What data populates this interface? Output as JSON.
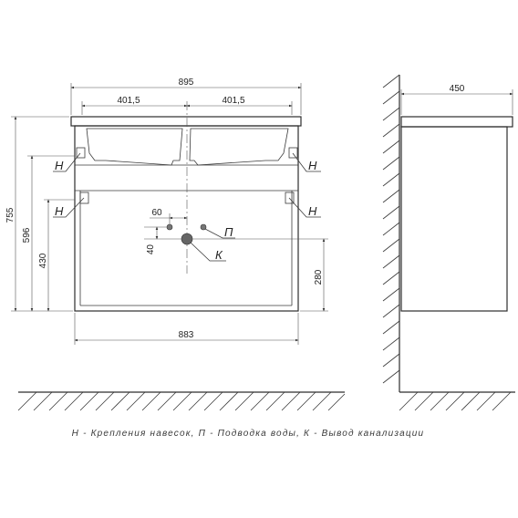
{
  "front_view": {
    "dims": {
      "overall_width": "895",
      "half_width_left": "401,5",
      "half_width_right": "401,5",
      "bottom_width": "883",
      "height_total": "755",
      "height_596": "596",
      "height_430": "430",
      "height_280": "280",
      "offset_60": "60",
      "offset_40": "40"
    },
    "marks": {
      "mount_top_left": "Н",
      "mount_top_right": "Н",
      "mount_mid_left": "Н",
      "mount_mid_right": "Н",
      "water": "П",
      "drain": "К"
    }
  },
  "side_view": {
    "dims": {
      "depth": "450"
    }
  },
  "legend": "Н - Крепления навесок, П - Подводка воды, К - Вывод канализации"
}
